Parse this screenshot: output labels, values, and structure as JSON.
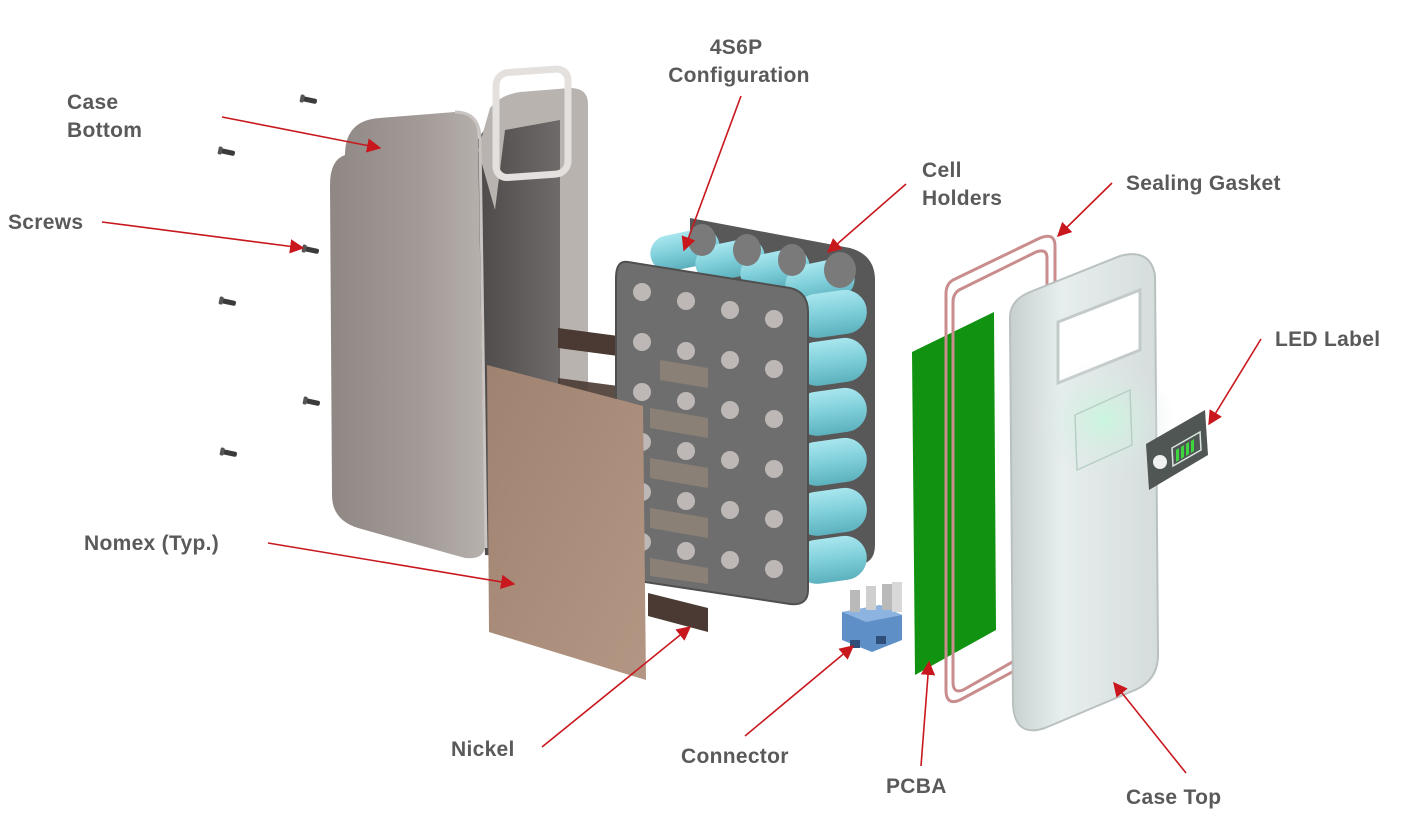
{
  "labels": {
    "case_bottom": [
      "Case",
      "Bottom"
    ],
    "screws": "Screws",
    "configuration": [
      "4S6P",
      "Configuration"
    ],
    "cell_holders": [
      "Cell",
      "Holders"
    ],
    "sealing_gasket": "Sealing Gasket",
    "led_label": "LED Label",
    "nomex": "Nomex (Typ.)",
    "nickel": "Nickel",
    "connector": "Connector",
    "pcba": "PCBA",
    "case_top": "Case Top"
  },
  "colors": {
    "leader": "#c8181e",
    "label_text": "#5a5a5a",
    "cell": "#86d3dc",
    "holder": "#6b6b6b",
    "pcb": "#119311",
    "nomex": "#a88a78",
    "gasket": "#c98d8d",
    "case_bottom": "#9e9692",
    "case_top": "#dfe6e6",
    "connector": "#5f8fc7"
  }
}
